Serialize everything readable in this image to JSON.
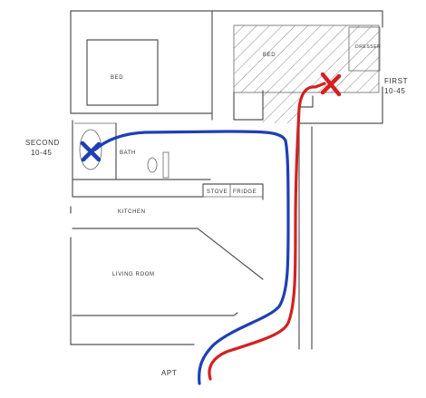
{
  "labels": {
    "bed_left": "BED",
    "bed_right": "BED",
    "dresser": "DRESSER",
    "first_line1": "FIRST",
    "first_line2": "10-45",
    "second_line1": "SECOND",
    "second_line2": "10-45",
    "bath": "BATH",
    "stove": "STOVE",
    "fridge": "FRIDGE",
    "kitchen": "KITCHEN",
    "living_room": "LIVING ROOM",
    "apt": "APT"
  },
  "colors": {
    "route_first": "#d42020",
    "route_second": "#1f3fb5",
    "marker_first": "#d42020",
    "marker_second": "#1f3fb5"
  },
  "markers": {
    "first": "x-mark-icon",
    "second": "x-mark-icon"
  }
}
